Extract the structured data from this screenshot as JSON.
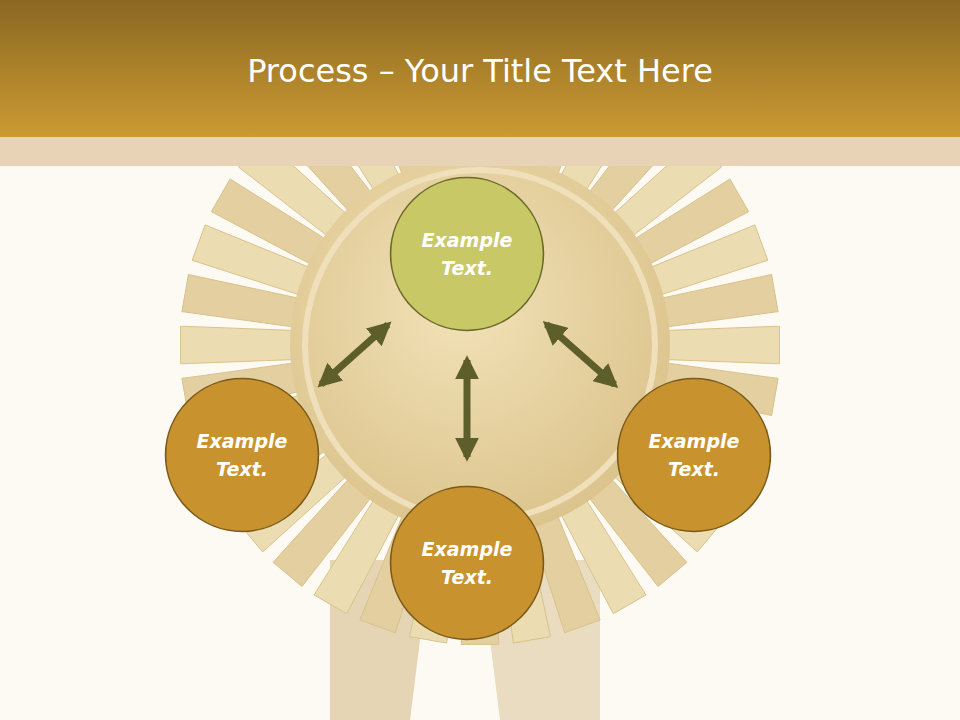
{
  "diagram": {
    "title": "Process – Your Title Text Here",
    "nodes": [
      {
        "text": [
          "Example Text."
        ]
      },
      {
        "text": [
          "Example Text."
        ]
      },
      {
        "text": [
          "Example Text."
        ]
      },
      {
        "text": [
          "Example Text."
        ]
      }
    ],
    "edges": [
      {
        "from": 0,
        "to": 1,
        "arrow": "both"
      },
      {
        "from": 0,
        "to": 3,
        "arrow": "both"
      },
      {
        "from": 0,
        "to": 2,
        "arrow": "both"
      }
    ]
  }
}
